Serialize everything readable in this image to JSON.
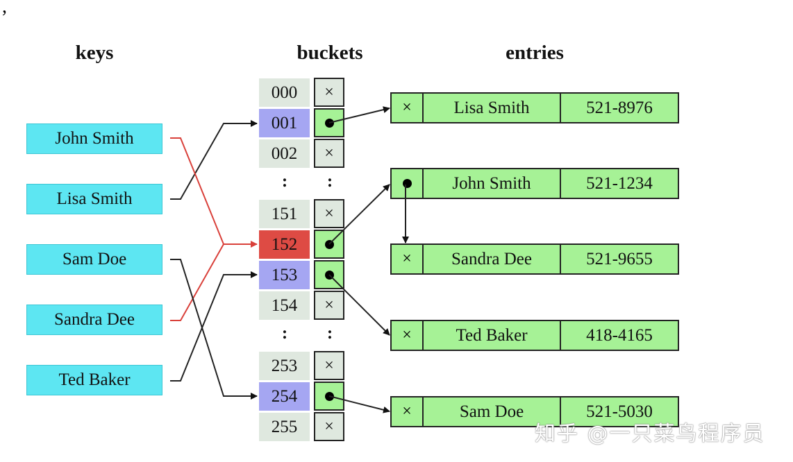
{
  "stray_mark": ",",
  "headers": {
    "keys": "keys",
    "buckets": "buckets",
    "entries": "entries"
  },
  "keys": [
    "John Smith",
    "Lisa Smith",
    "Sam Doe",
    "Sandra Dee",
    "Ted Baker"
  ],
  "bucket_ellipsis": ":",
  "buckets": [
    {
      "index": "000",
      "state": "empty",
      "symbol": "×"
    },
    {
      "index": "001",
      "state": "filled",
      "symbol": ""
    },
    {
      "index": "002",
      "state": "empty",
      "symbol": "×"
    },
    {
      "index": "151",
      "state": "empty",
      "symbol": "×"
    },
    {
      "index": "152",
      "state": "collision",
      "symbol": ""
    },
    {
      "index": "153",
      "state": "filled",
      "symbol": ""
    },
    {
      "index": "154",
      "state": "empty",
      "symbol": "×"
    },
    {
      "index": "253",
      "state": "empty",
      "symbol": "×"
    },
    {
      "index": "254",
      "state": "filled",
      "symbol": ""
    },
    {
      "index": "255",
      "state": "empty",
      "symbol": "×"
    }
  ],
  "entries": [
    {
      "pointer": "×",
      "name": "Lisa Smith",
      "phone": "521-8976"
    },
    {
      "pointer": "",
      "name": "John Smith",
      "phone": "521-1234"
    },
    {
      "pointer": "×",
      "name": "Sandra Dee",
      "phone": "521-9655"
    },
    {
      "pointer": "×",
      "name": "Ted Baker",
      "phone": "418-4165"
    },
    {
      "pointer": "×",
      "name": "Sam Doe",
      "phone": "521-5030"
    }
  ],
  "watermark": "知乎 @一只菜鸟程序员",
  "colors": {
    "key_fill": "#5de6f2",
    "bucket_fill": "#dfe8df",
    "bucket_filled_index": "#a5a6f2",
    "bucket_collision_index": "#de4b44",
    "entry_fill": "#a6f296",
    "collision_line": "#d9403a",
    "line": "#222222"
  }
}
